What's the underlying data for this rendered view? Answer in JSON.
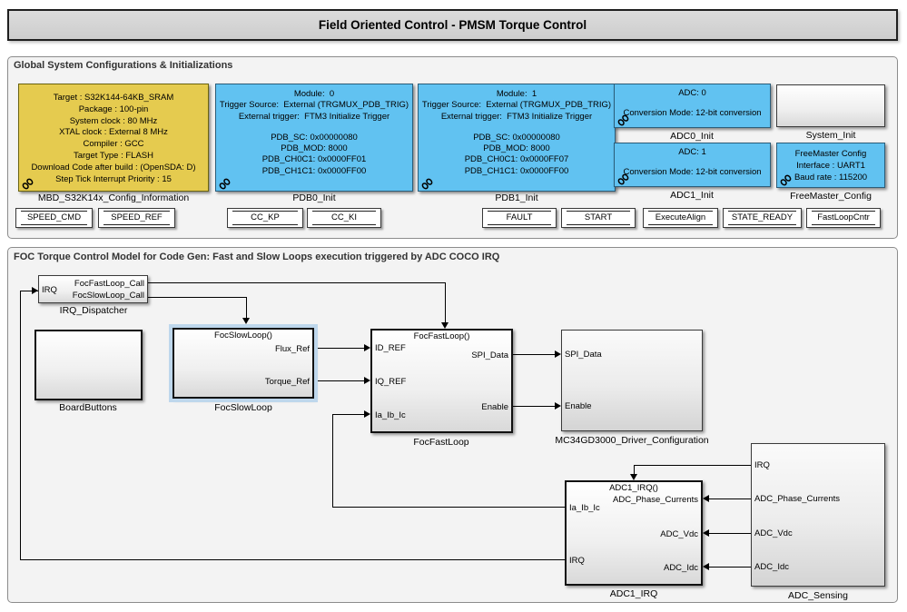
{
  "window": {
    "title": "Field Oriented Control - PMSM Torque Control"
  },
  "sections": {
    "config": {
      "header": "Global System Configurations & Initializations"
    },
    "foc": {
      "header": "FOC Torque Control Model for Code Gen: Fast and Slow Loops execution triggered by ADC COCO IRQ"
    }
  },
  "blocks": {
    "mbd": {
      "label": "MBD_S32K14x_Config_Information",
      "lines": [
        "Target : S32K144-64KB_SRAM",
        "Package : 100-pin",
        "System clock : 80 MHz",
        "XTAL clock : External 8 MHz",
        "Compiler : GCC",
        "Target Type : FLASH",
        "Download Code after build : (OpenSDA: D)",
        "Step Tick Interrupt Priority : 15"
      ]
    },
    "pdb0": {
      "label": "PDB0_Init",
      "top_lines": [
        "Module:  0",
        "Trigger Source:  External (TRGMUX_PDB_TRIG)",
        "External trigger:  FTM3 Initialize Trigger"
      ],
      "bottom_lines": [
        "PDB_SC: 0x00000080",
        "PDB_MOD: 8000",
        "PDB_CH0C1: 0x0000FF01",
        "PDB_CH1C1: 0x0000FF00"
      ]
    },
    "pdb1": {
      "label": "PDB1_Init",
      "top_lines": [
        "Module:  1",
        "Trigger Source:  External (TRGMUX_PDB_TRIG)",
        "External trigger:  FTM3 Initialize Trigger"
      ],
      "bottom_lines": [
        "PDB_SC: 0x00000080",
        "PDB_MOD: 8000",
        "PDB_CH0C1: 0x0000FF07",
        "PDB_CH1C1: 0x0000FF00"
      ]
    },
    "adc0": {
      "label": "ADC0_Init",
      "line1": "ADC: 0",
      "line2": "Conversion Mode: 12-bit conversion"
    },
    "adc1": {
      "label": "ADC1_Init",
      "line1": "ADC: 1",
      "line2": "Conversion Mode: 12-bit conversion"
    },
    "system_init": {
      "label": "System_Init"
    },
    "freemaster": {
      "label": "FreeMaster_Config",
      "lines": [
        "FreeMaster Config",
        "Interface : UART1",
        "Baud rate : 115200"
      ]
    },
    "datastores": [
      "SPEED_CMD",
      "SPEED_REF",
      "CC_KP",
      "CC_KI",
      "FAULT",
      "START",
      "ExecuteAlign",
      "STATE_READY",
      "FastLoopCntr"
    ],
    "irq_dispatcher": {
      "label": "IRQ_Dispatcher",
      "port_in": "IRQ",
      "port_out1": "FocFastLoop_Call",
      "port_out2": "FocSlowLoop_Call"
    },
    "board_buttons": {
      "label": "BoardButtons"
    },
    "foc_slow": {
      "label": "FocSlowLoop",
      "trigger": "FocSlowLoop()",
      "out1": "Flux_Ref",
      "out2": "Torque_Ref"
    },
    "foc_fast": {
      "label": "FocFastLoop",
      "trigger": "FocFastLoop()",
      "in1": "ID_REF",
      "in2": "IQ_REF",
      "in3": "Ia_Ib_Ic",
      "out1": "SPI_Data",
      "out2": "Enable"
    },
    "mc34": {
      "label": "MC34GD3000_Driver_Configuration",
      "in1": "SPI_Data",
      "in2": "Enable"
    },
    "adc1_irq": {
      "label": "ADC1_IRQ",
      "trigger": "ADC1_IRQ()",
      "out_left1": "Ia_Ib_Ic",
      "out_left2": "IRQ",
      "in_right1": "ADC_Phase_Currents",
      "in_right2": "ADC_Vdc",
      "in_right3": "ADC_Idc"
    },
    "adc_sensing": {
      "label": "ADC_Sensing",
      "out1": "IRQ",
      "out2": "ADC_Phase_Currents",
      "out3": "ADC_Vdc",
      "out4": "ADC_Idc"
    }
  },
  "colors": {
    "config_block_yellow": "#e5cb4f",
    "init_block_blue": "#61c2f1",
    "selection_highlight": "#bed7ec",
    "panel_fill": "#f3f3f3",
    "banner_fill": "#d5d5d5"
  }
}
